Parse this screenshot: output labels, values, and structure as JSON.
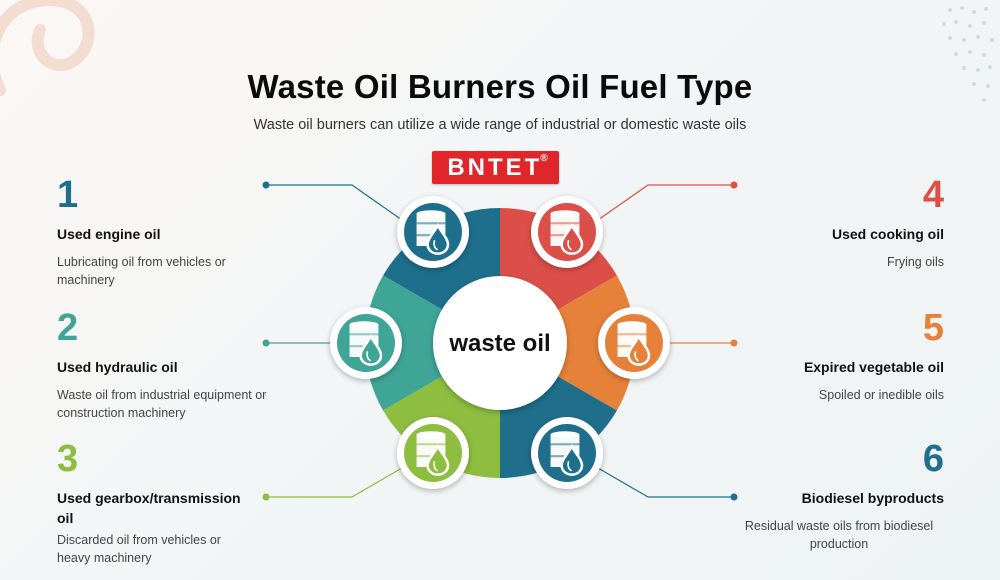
{
  "header": {
    "title": "Waste Oil Burners Oil Fuel Type",
    "subtitle": "Waste oil burners can utilize a wide range of industrial or domestic waste oils"
  },
  "logo": {
    "text": "BNTET",
    "mark": "®"
  },
  "center_label": "waste oil",
  "colors": {
    "teal": "#1d6f8c",
    "seafoam": "#3fa597",
    "green": "#8dbe3f",
    "red": "#dc4f48",
    "orange": "#e6813a",
    "blue": "#1f6e8c"
  },
  "items": [
    {
      "number": "1",
      "name": "Used engine oil",
      "description": "Lubricating oil from vehicles or machinery",
      "color": "#1d6f8c",
      "icon": "oil-barrel-drop-icon"
    },
    {
      "number": "2",
      "name": "Used hydraulic oil",
      "description": "Waste oil from industrial equipment or construction machinery",
      "color": "#3fa597",
      "icon": "oil-barrel-drop-icon"
    },
    {
      "number": "3",
      "name": "Used gearbox/transmission oil",
      "description": "Discarded oil from vehicles or heavy machinery",
      "color": "#8dbe3f",
      "icon": "oil-barrel-drop-icon"
    },
    {
      "number": "4",
      "name": "Used cooking oil",
      "description": "Frying oils",
      "color": "#dc4f48",
      "icon": "oil-barrel-drop-icon"
    },
    {
      "number": "5",
      "name": "Expired vegetable oil",
      "description": "Spoiled or inedible oils",
      "color": "#e6813a",
      "icon": "oil-barrel-drop-icon"
    },
    {
      "number": "6",
      "name": "Biodiesel byproducts",
      "description": "Residual waste oils from biodiesel production",
      "color": "#1f6e8c",
      "icon": "oil-barrel-drop-icon"
    }
  ]
}
